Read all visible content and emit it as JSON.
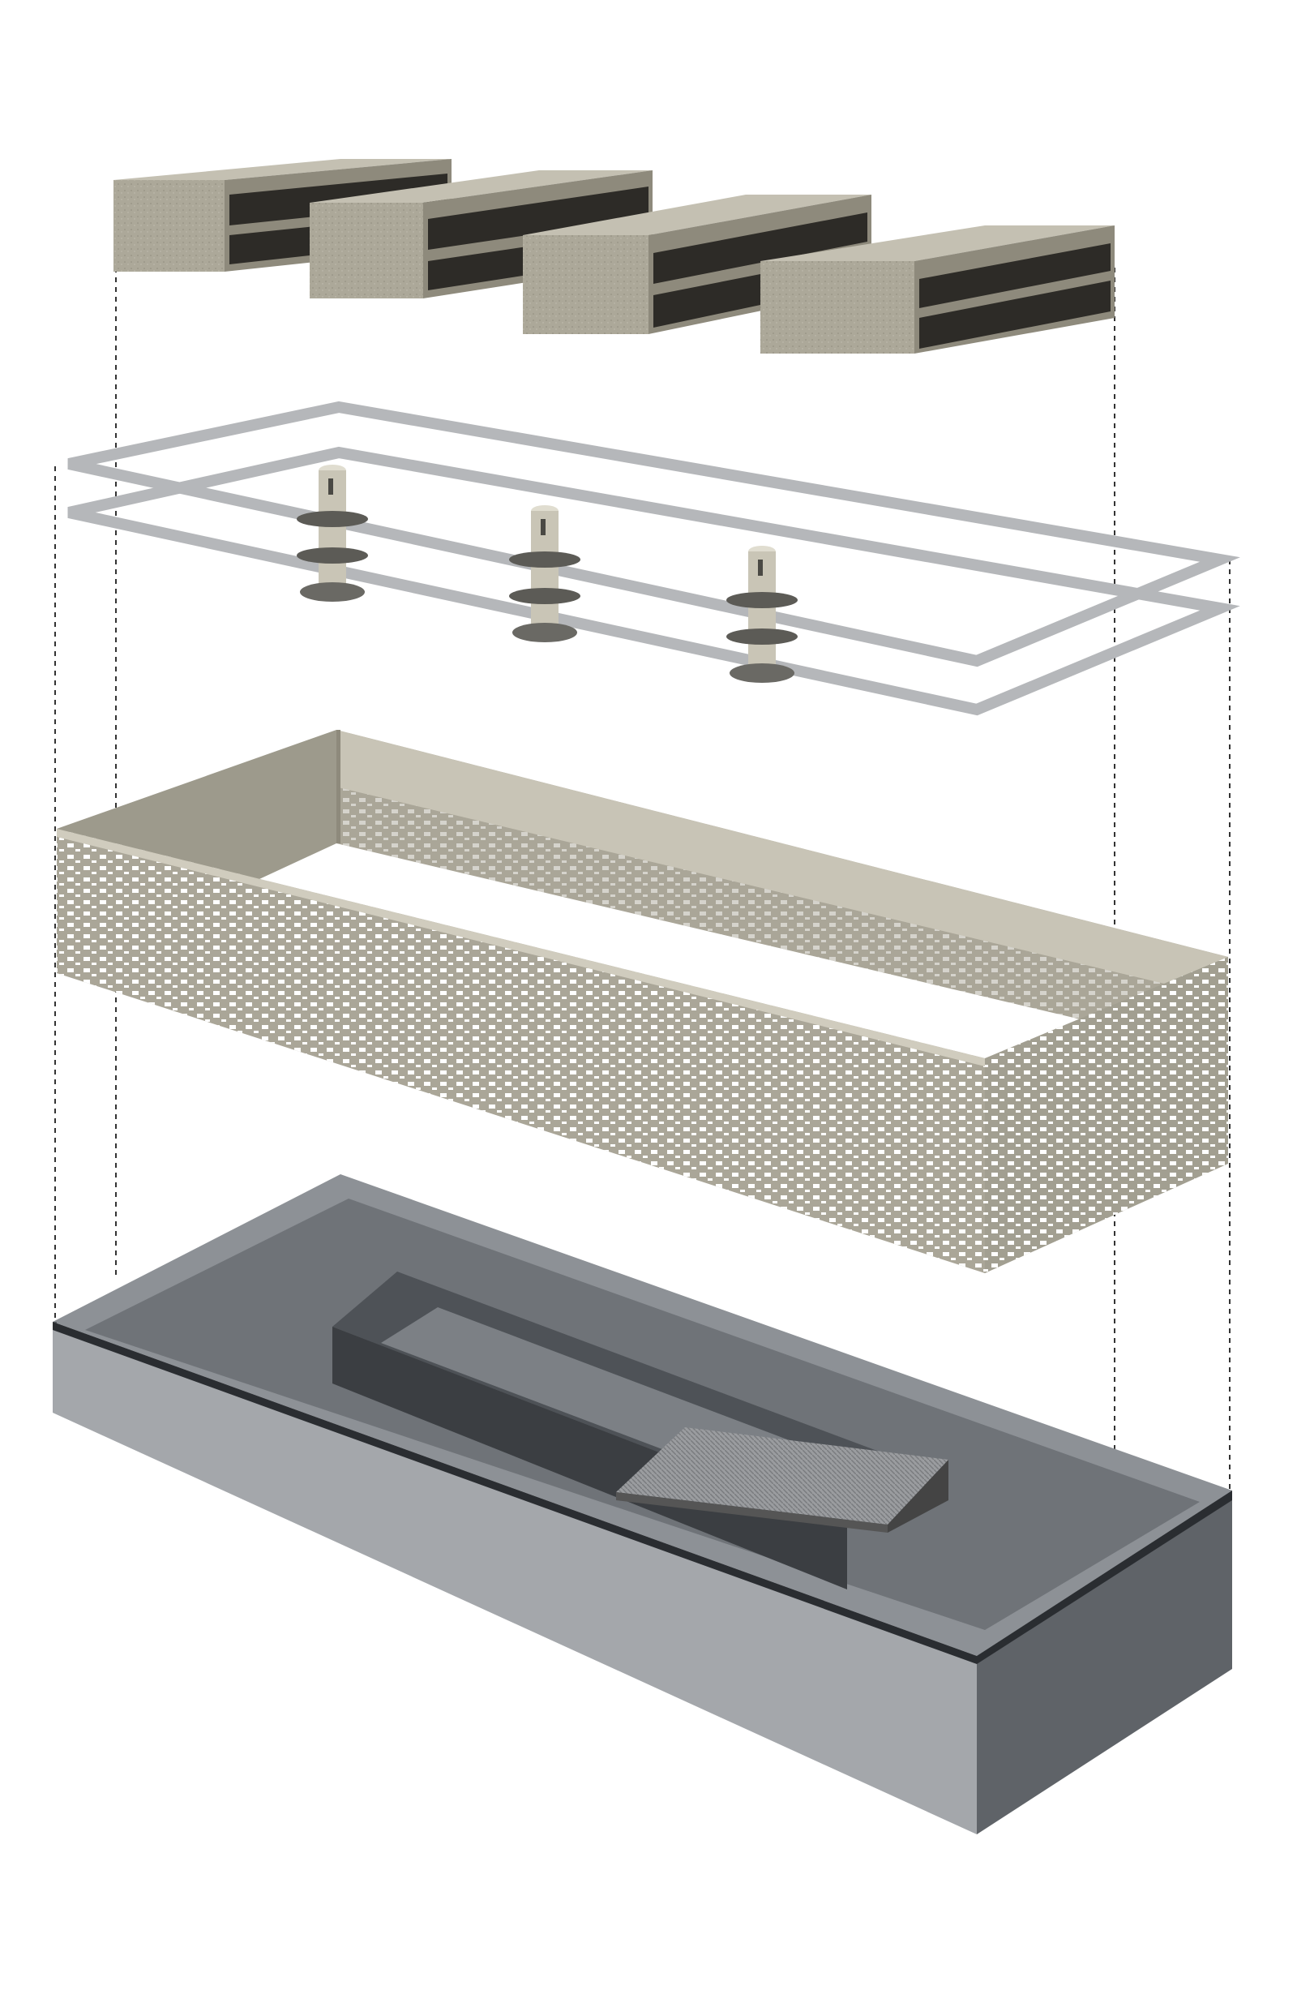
{
  "diagram": {
    "kind": "exploded-axonometric-assembly",
    "layers": [
      {
        "name": "stone-blocks",
        "count": 4,
        "color": "#a9a596",
        "openings": "two-horizontal-slots"
      },
      {
        "name": "frame-rings",
        "count": 2,
        "color": "#b5b7ba"
      },
      {
        "name": "helical-screw-piles",
        "count": 3,
        "color": "#8a8a84"
      },
      {
        "name": "perforated-wall",
        "color": "#aaa698",
        "perforation": "pixelated-holes"
      },
      {
        "name": "base-tray-with-inner-channel-and-ramp",
        "color": "#8d9196"
      }
    ],
    "guide_lines": {
      "style": "dashed",
      "color": "#333333"
    }
  }
}
